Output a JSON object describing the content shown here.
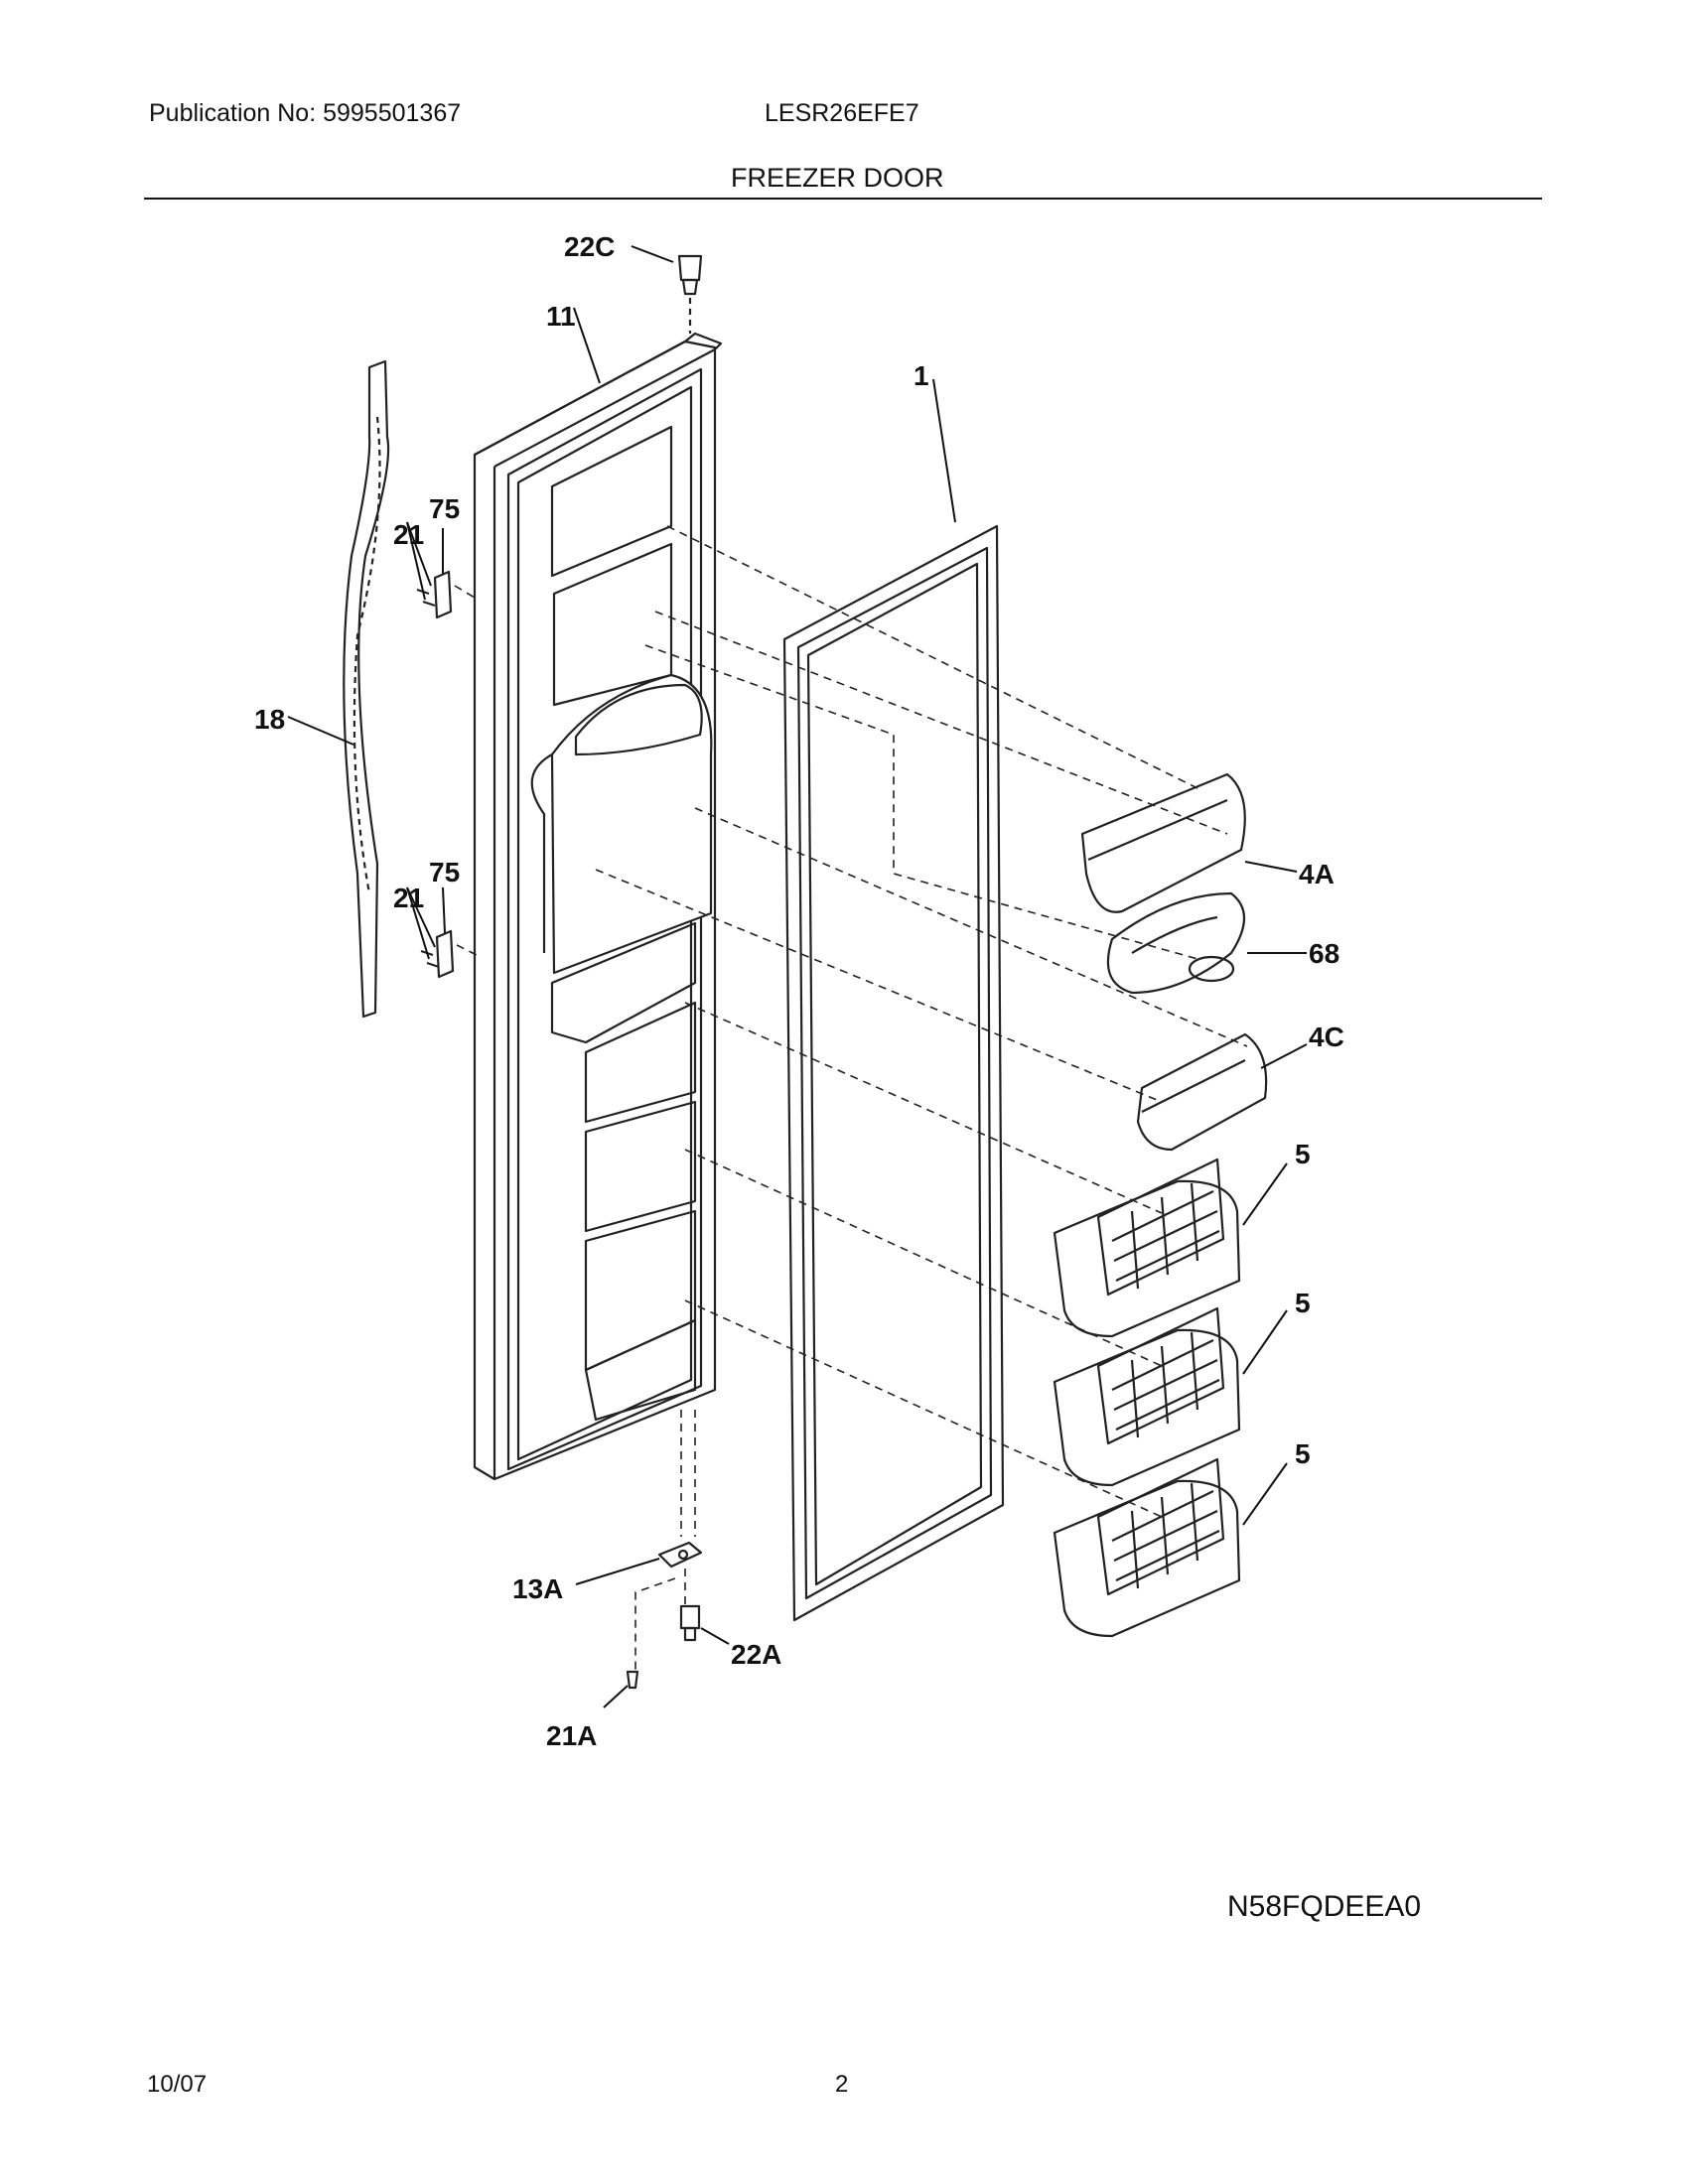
{
  "header": {
    "publication": "Publication No: 5995501367",
    "model": "LESR26EFE7",
    "section_title": "FREEZER DOOR"
  },
  "callouts": {
    "c22C": "22C",
    "c11": "11",
    "c1": "1",
    "c75a": "75",
    "c21a": "21",
    "c18": "18",
    "c75b": "75",
    "c21b": "21",
    "c4A": "4A",
    "c68": "68",
    "c4C": "4C",
    "c5a": "5",
    "c5b": "5",
    "c5c": "5",
    "c13A": "13A",
    "c22A": "22A",
    "c21A": "21A"
  },
  "diagram_code": "N58FQDEEA0",
  "footer": {
    "date": "10/07",
    "page": "2"
  }
}
